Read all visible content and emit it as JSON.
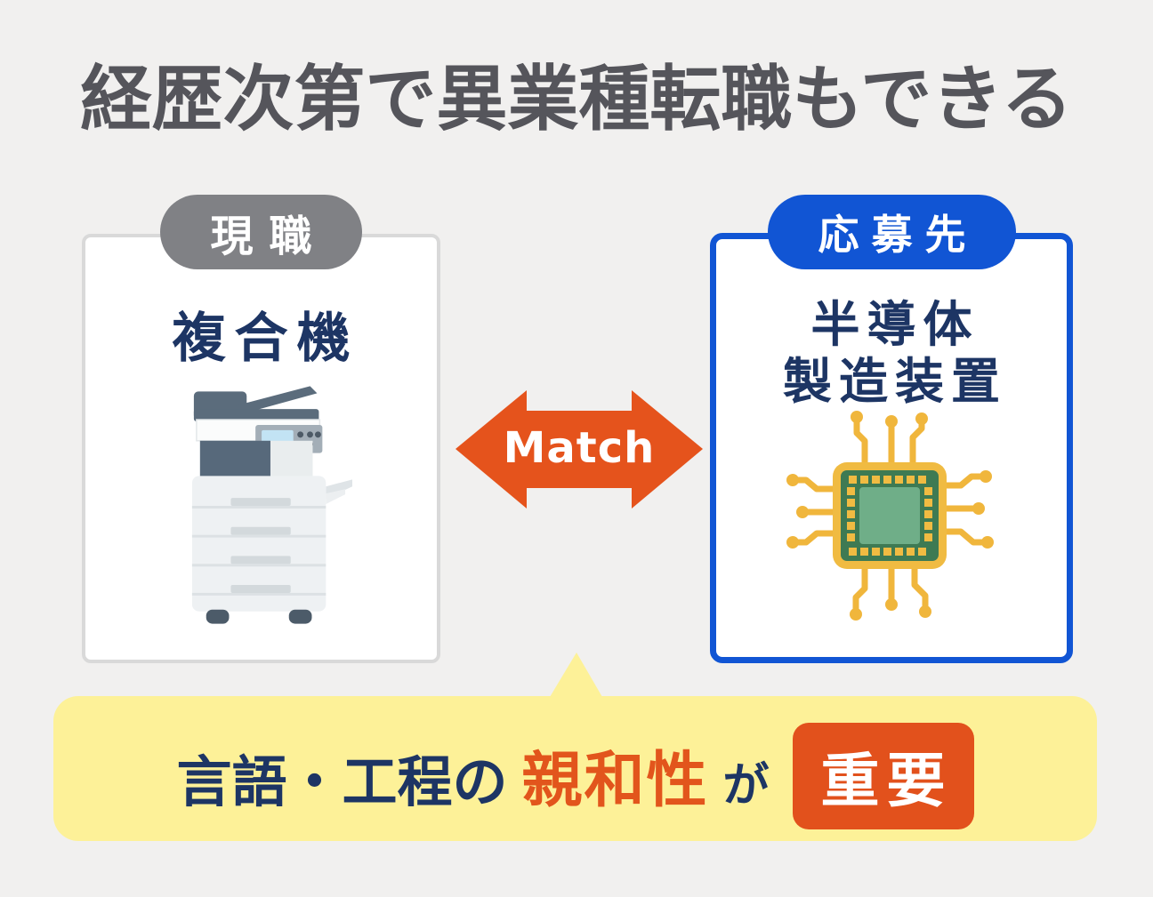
{
  "title": "経歴次第で異業種転職もできる",
  "current_job": {
    "badge": "現職",
    "name": "複合機",
    "icon": "multifunction-printer-icon"
  },
  "target_job": {
    "badge": "応募先",
    "name_line1": "半導体",
    "name_line2": "製造装置",
    "icon": "semiconductor-chip-icon"
  },
  "match": {
    "label": "Match"
  },
  "conclusion": {
    "prefix": "言語・工程の",
    "highlight": "親和性",
    "particle": "が",
    "emphasis": "重要"
  },
  "colors": {
    "background": "#f1f0ef",
    "title_gray": "#55555b",
    "badge_gray": "#808185",
    "accent_blue": "#1155d4",
    "accent_orange": "#e5531c",
    "emphasis_orange": "#e2511c",
    "navy_text": "#1d3564",
    "banner_yellow": "#fdf198",
    "box_border_gray": "#d9d9d9",
    "chip_gold": "#f0bb42",
    "chip_green_dark": "#3e7a53",
    "chip_green_light": "#6fae88"
  }
}
